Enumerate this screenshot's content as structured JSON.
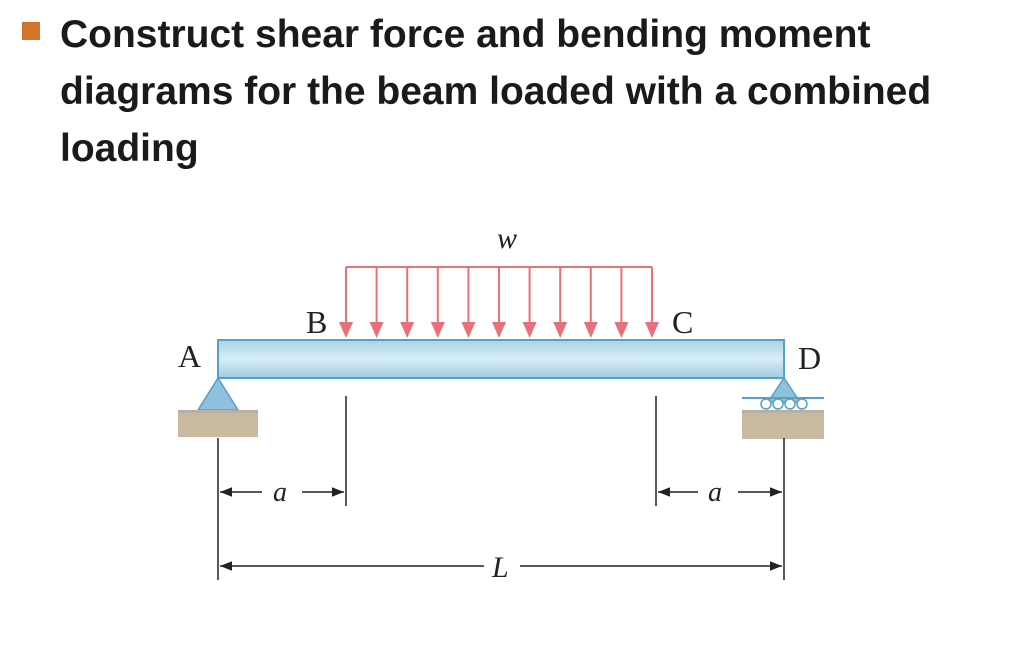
{
  "slide": {
    "title_lines": [
      "Construct shear force and bending moment",
      "diagrams for the beam loaded with a combined",
      "loading"
    ]
  },
  "diagram": {
    "load_label": "w",
    "point_labels": {
      "a": "A",
      "b": "B",
      "c": "C",
      "d": "D"
    },
    "dim_left_label": "a",
    "dim_right_label": "a",
    "dim_span_label": "L"
  },
  "colors": {
    "bullet": "#d4742b",
    "load": "#e8707a",
    "beam_fill": "#bfe0ee",
    "beam_stroke": "#5a9fc4",
    "support": "#8fc1de",
    "ground": "#c8b9a0"
  }
}
